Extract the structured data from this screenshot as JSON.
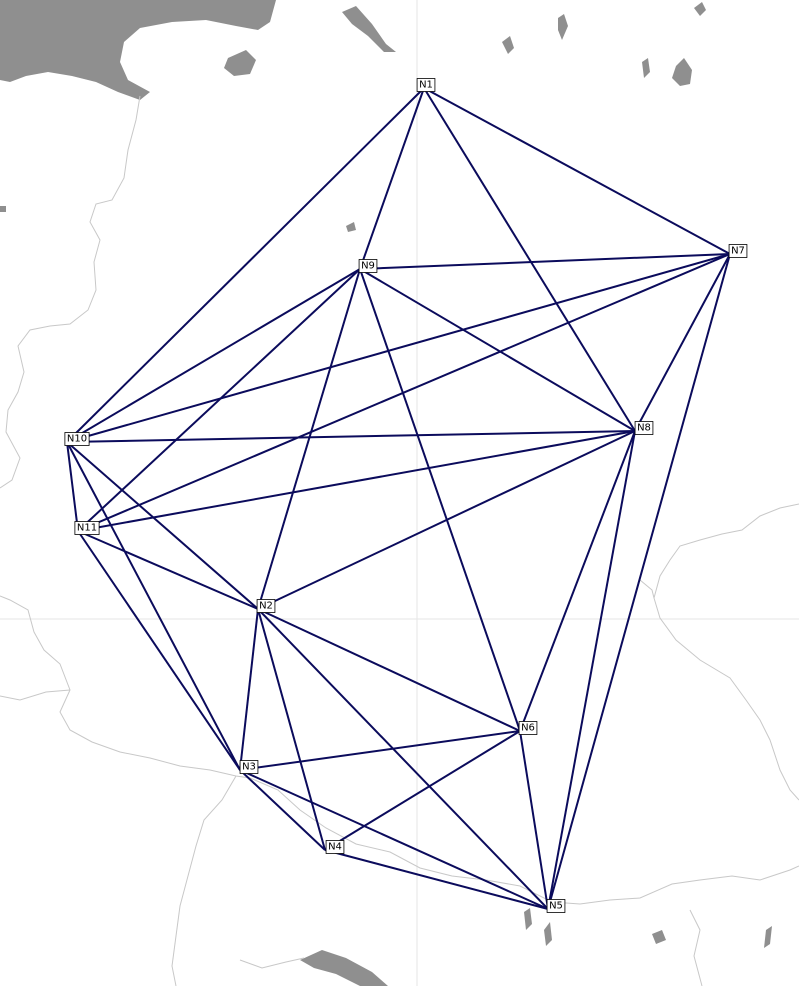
{
  "map": {
    "colors": {
      "background": "#ffffff",
      "water": "#8f8f8f",
      "border": "#c8c8c8",
      "graticule": "#e2e2e2",
      "link": "#0b0b5c"
    },
    "nodes": [
      {
        "id": "N1",
        "label": "N1"
      },
      {
        "id": "N2",
        "label": "N2"
      },
      {
        "id": "N3",
        "label": "N3"
      },
      {
        "id": "N4",
        "label": "N4"
      },
      {
        "id": "N5",
        "label": "N5"
      },
      {
        "id": "N6",
        "label": "N6"
      },
      {
        "id": "N7",
        "label": "N7"
      },
      {
        "id": "N8",
        "label": "N8"
      },
      {
        "id": "N9",
        "label": "N9"
      },
      {
        "id": "N10",
        "label": "N10"
      },
      {
        "id": "N11",
        "label": "N11"
      }
    ],
    "links": [
      [
        "N1",
        "N9"
      ],
      [
        "N1",
        "N10"
      ],
      [
        "N1",
        "N7"
      ],
      [
        "N1",
        "N8"
      ],
      [
        "N9",
        "N7"
      ],
      [
        "N9",
        "N8"
      ],
      [
        "N9",
        "N10"
      ],
      [
        "N9",
        "N11"
      ],
      [
        "N9",
        "N2"
      ],
      [
        "N9",
        "N6"
      ],
      [
        "N7",
        "N10"
      ],
      [
        "N7",
        "N11"
      ],
      [
        "N7",
        "N8"
      ],
      [
        "N7",
        "N5"
      ],
      [
        "N10",
        "N8"
      ],
      [
        "N10",
        "N11"
      ],
      [
        "N10",
        "N2"
      ],
      [
        "N10",
        "N3"
      ],
      [
        "N11",
        "N8"
      ],
      [
        "N11",
        "N2"
      ],
      [
        "N11",
        "N3"
      ],
      [
        "N8",
        "N2"
      ],
      [
        "N8",
        "N6"
      ],
      [
        "N8",
        "N5"
      ],
      [
        "N2",
        "N3"
      ],
      [
        "N2",
        "N4"
      ],
      [
        "N2",
        "N6"
      ],
      [
        "N2",
        "N5"
      ],
      [
        "N3",
        "N6"
      ],
      [
        "N3",
        "N4"
      ],
      [
        "N3",
        "N5"
      ],
      [
        "N4",
        "N6"
      ],
      [
        "N4",
        "N5"
      ],
      [
        "N6",
        "N5"
      ]
    ]
  }
}
